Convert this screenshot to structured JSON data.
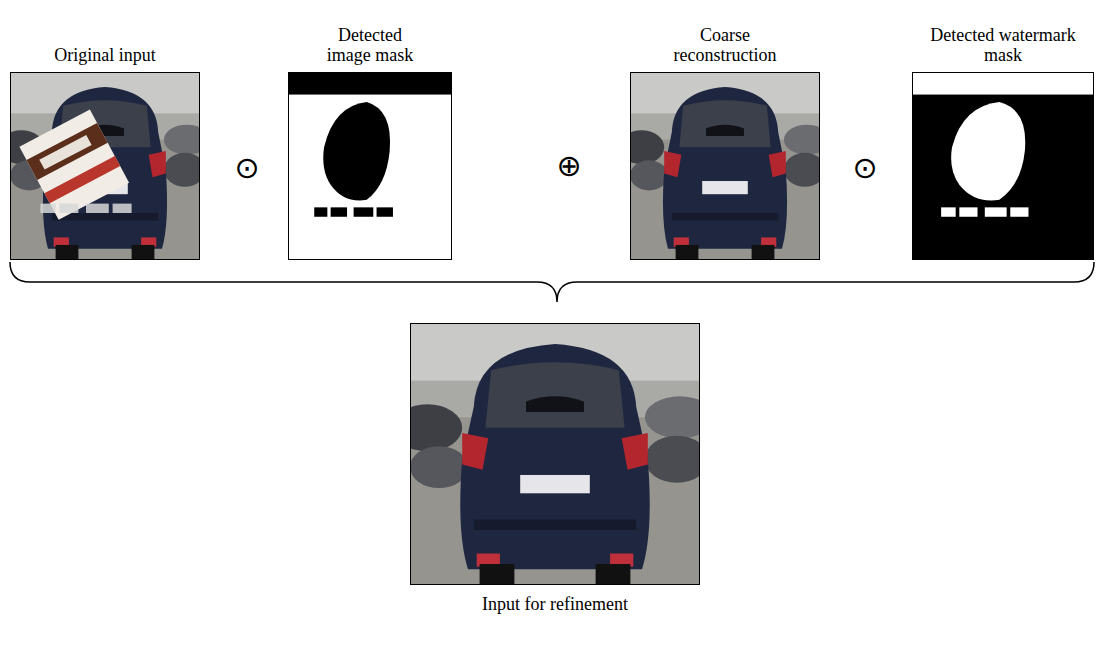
{
  "diagram": {
    "nodes": [
      {
        "text": [
          "Original input"
        ]
      },
      {
        "text": [
          "Detected image mask"
        ]
      },
      {
        "text": [
          "Coarse reconstruction"
        ]
      },
      {
        "text": [
          "Detected watermark mask"
        ]
      },
      {
        "text": [
          "Input for refinement"
        ]
      }
    ],
    "labels": [
      "⊙",
      "⊕",
      "⊙"
    ]
  }
}
